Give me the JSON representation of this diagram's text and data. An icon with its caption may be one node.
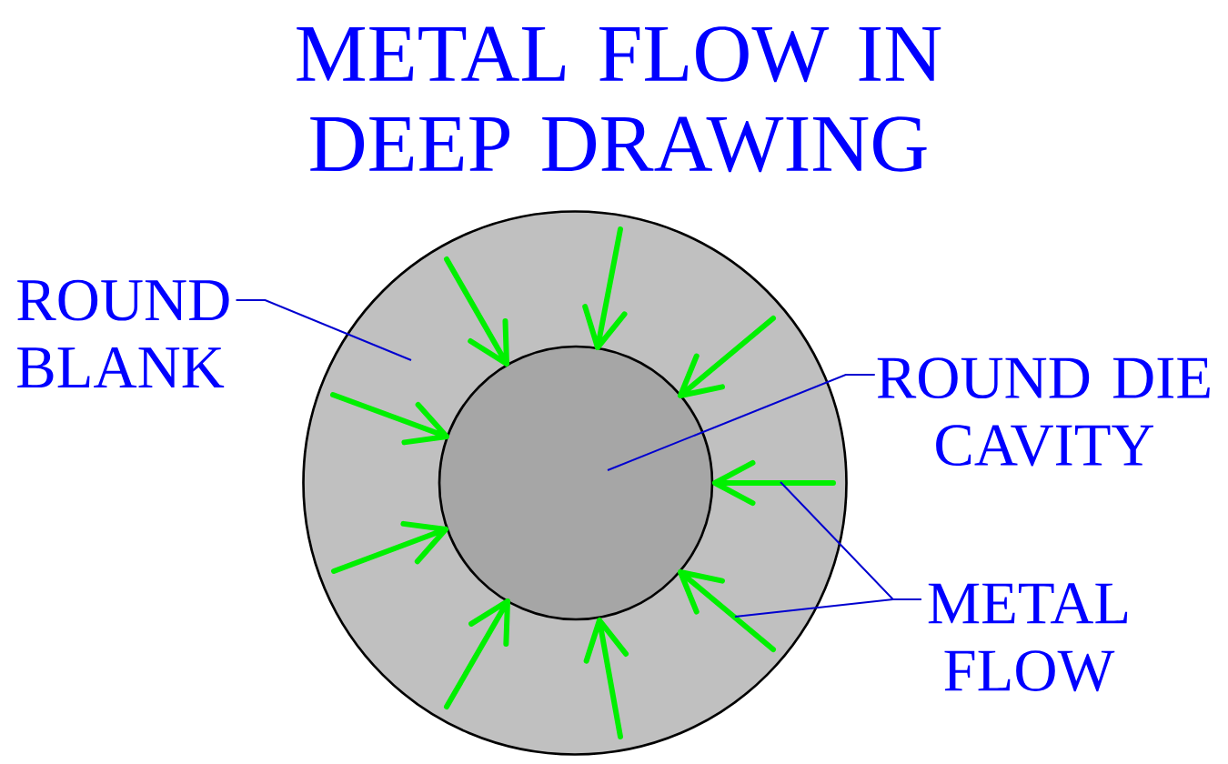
{
  "diagram": {
    "title": "METAL FLOW IN DEEP DRAWING",
    "nodes": [
      {
        "text": [
          "ROUND BLANK"
        ]
      },
      {
        "text": [],
        "shape": "circle"
      },
      {
        "text": [],
        "shape": "circle",
        "in": 1
      },
      {
        "text": [
          "ROUND DIE CAVITY"
        ]
      },
      {
        "text": [
          "METAL FLOW"
        ]
      },
      {
        "text": [],
        "shape": "arrow",
        "in": 1
      },
      {
        "text": [],
        "shape": "arrow",
        "in": 1
      }
    ],
    "edges": [
      {
        "from": 0,
        "to": 1,
        "arrow": "none"
      },
      {
        "from": 3,
        "to": 2,
        "arrow": "none"
      },
      {
        "from": 4,
        "to": 5,
        "arrow": "none"
      },
      {
        "from": 4,
        "to": 6,
        "arrow": "none"
      }
    ]
  }
}
